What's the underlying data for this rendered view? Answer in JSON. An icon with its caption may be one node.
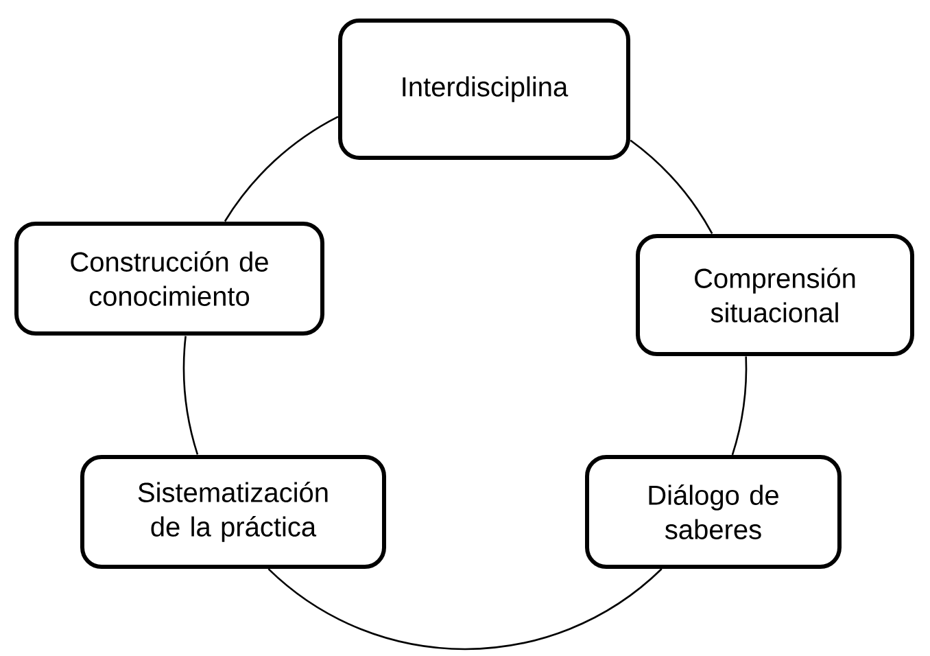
{
  "diagram": {
    "nodes": [
      {
        "text": [
          "Interdisciplina"
        ]
      },
      {
        "text": [
          "Construcción de conocimiento"
        ]
      },
      {
        "text": [
          "Comprensión situacional"
        ]
      },
      {
        "text": [
          "Sistematización de la práctica"
        ]
      },
      {
        "text": [
          "Diálogo de saberes"
        ]
      }
    ],
    "edges": [
      {
        "from": 0,
        "to": 2,
        "arrow": "none"
      },
      {
        "from": 2,
        "to": 4,
        "arrow": "none"
      },
      {
        "from": 4,
        "to": 3,
        "arrow": "none"
      },
      {
        "from": 3,
        "to": 1,
        "arrow": "none"
      },
      {
        "from": 1,
        "to": 0,
        "arrow": "none"
      }
    ]
  }
}
